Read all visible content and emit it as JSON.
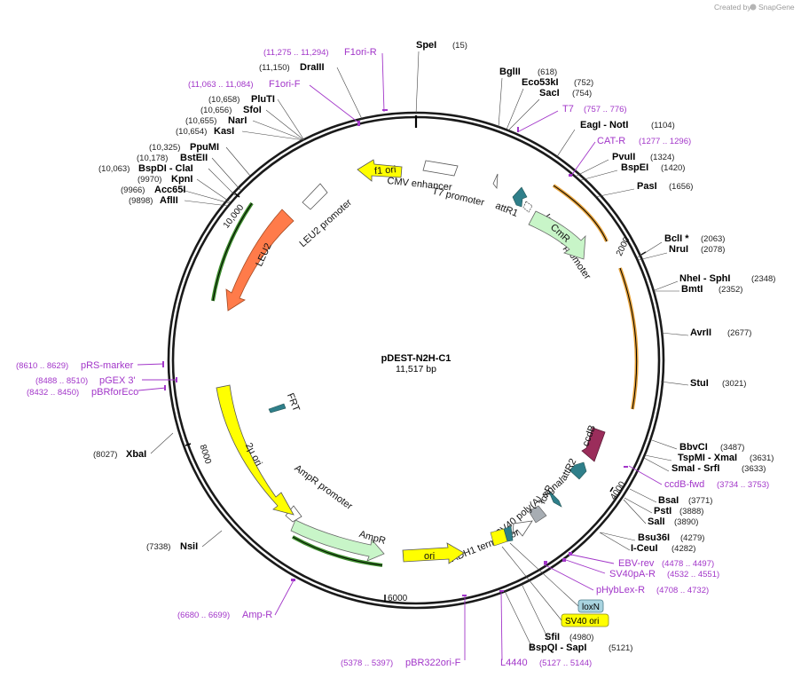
{
  "credit": {
    "created_by": "Created by",
    "brand": "SnapGene"
  },
  "plasmid": {
    "name": "pDEST-N2H-C1",
    "length_label": "11,517 bp"
  },
  "ticks": [
    "2000",
    "4000",
    "6000",
    "8000",
    "10,000"
  ],
  "sites": [
    {
      "id": "spei",
      "name": "SpeI",
      "pos": "(15)"
    },
    {
      "id": "bglii",
      "name": "BglII",
      "pos": "(618)"
    },
    {
      "id": "eco53ki",
      "name": "Eco53kI",
      "pos": "(752)"
    },
    {
      "id": "saci",
      "name": "SacI",
      "pos": "(754)"
    },
    {
      "id": "eagi-noti",
      "name": "EagI - NotI",
      "pos": "(1104)"
    },
    {
      "id": "pvuii",
      "name": "PvuII",
      "pos": "(1324)"
    },
    {
      "id": "bspei",
      "name": "BspEI",
      "pos": "(1420)"
    },
    {
      "id": "pasi",
      "name": "PasI",
      "pos": "(1656)"
    },
    {
      "id": "bcli",
      "name": "BclI *",
      "pos": "(2063)"
    },
    {
      "id": "nrui",
      "name": "NruI",
      "pos": "(2078)"
    },
    {
      "id": "nhei-sphi",
      "name": "NheI - SphI",
      "pos": "(2348)"
    },
    {
      "id": "bmti",
      "name": "BmtI",
      "pos": "(2352)"
    },
    {
      "id": "avrii",
      "name": "AvrII",
      "pos": "(2677)"
    },
    {
      "id": "stui",
      "name": "StuI",
      "pos": "(3021)"
    },
    {
      "id": "bbvci",
      "name": "BbvCI",
      "pos": "(3487)"
    },
    {
      "id": "tspmi-xmai",
      "name": "TspMI - XmaI",
      "pos": "(3631)"
    },
    {
      "id": "smai-srfi",
      "name": "SmaI - SrfI",
      "pos": "(3633)"
    },
    {
      "id": "bsai",
      "name": "BsaI",
      "pos": "(3771)"
    },
    {
      "id": "psti",
      "name": "PstI",
      "pos": "(3888)"
    },
    {
      "id": "sali",
      "name": "SalI",
      "pos": "(3890)"
    },
    {
      "id": "bsu36i",
      "name": "Bsu36I",
      "pos": "(4279)"
    },
    {
      "id": "iceui",
      "name": "I-CeuI",
      "pos": "(4282)"
    },
    {
      "id": "sfii",
      "name": "SfiI",
      "pos": "(4980)"
    },
    {
      "id": "bspqi-sapi",
      "name": "BspQI - SapI",
      "pos": "(5121)"
    },
    {
      "id": "nsii",
      "name": "NsiI",
      "pos": "(7338)"
    },
    {
      "id": "xbai",
      "name": "XbaI",
      "pos": "(8027)"
    },
    {
      "id": "aflii",
      "name": "AflII",
      "pos": "(9898)"
    },
    {
      "id": "acc65i",
      "name": "Acc65I",
      "pos": "(9966)"
    },
    {
      "id": "kpni",
      "name": "KpnI",
      "pos": "(9970)"
    },
    {
      "id": "bspdi-clai",
      "name": "BspDI - ClaI",
      "pos": "(10,063)"
    },
    {
      "id": "bsteii",
      "name": "BstEII",
      "pos": "(10,178)"
    },
    {
      "id": "ppumi",
      "name": "PpuMI",
      "pos": "(10,325)"
    },
    {
      "id": "kasi",
      "name": "KasI",
      "pos": "(10,654)"
    },
    {
      "id": "nari",
      "name": "NarI",
      "pos": "(10,655)"
    },
    {
      "id": "sfoi",
      "name": "SfoI",
      "pos": "(10,656)"
    },
    {
      "id": "pluti",
      "name": "PluTI",
      "pos": "(10,658)"
    },
    {
      "id": "draiii",
      "name": "DraIII",
      "pos": "(11,150)"
    }
  ],
  "primers": [
    {
      "id": "f1ori-r",
      "name": "F1ori-R",
      "pos": "(11,275 .. 11,294)"
    },
    {
      "id": "f1ori-f",
      "name": "F1ori-F",
      "pos": "(11,063 .. 11,084)"
    },
    {
      "id": "t7",
      "name": "T7",
      "pos": "(757 .. 776)"
    },
    {
      "id": "cat-r",
      "name": "CAT-R",
      "pos": "(1277 .. 1296)"
    },
    {
      "id": "ccdb-fwd",
      "name": "ccdB-fwd",
      "pos": "(3734 .. 3753)"
    },
    {
      "id": "ebv-rev",
      "name": "EBV-rev",
      "pos": "(4478 .. 4497)"
    },
    {
      "id": "sv40pa-r",
      "name": "SV40pA-R",
      "pos": "(4532 .. 4551)"
    },
    {
      "id": "phyblex-r",
      "name": "pHybLex-R",
      "pos": "(4708 .. 4732)"
    },
    {
      "id": "l4440",
      "name": "L4440",
      "pos": "(5127 .. 5144)"
    },
    {
      "id": "pbr322ori-f",
      "name": "pBR322ori-F",
      "pos": "(5378 .. 5397)"
    },
    {
      "id": "amp-r",
      "name": "Amp-R",
      "pos": "(6680 .. 6699)"
    },
    {
      "id": "prs-marker",
      "name": "pRS-marker",
      "pos": "(8610 .. 8629)"
    },
    {
      "id": "pgex3",
      "name": "pGEX 3'",
      "pos": "(8488 .. 8510)"
    },
    {
      "id": "pbrforeco",
      "name": "pBRforEco",
      "pos": "(8432 .. 8450)"
    }
  ],
  "features": {
    "f1_ori": "f1 ori",
    "cmv_enhancer": "CMV enhancer",
    "t7_promoter": "T7 promoter",
    "attr1": "attR1",
    "cmr": "CmR",
    "lac_uv5": "lac UV5 promoter",
    "ccdb": "ccdB",
    "attr2": "attR2",
    "loxp": "loxP",
    "sv40_polya": "SV40 poly(A) signal",
    "adh1_term": "ADH1 terminator",
    "ori": "ori",
    "ampr": "AmpR",
    "ampr_promoter": "AmpR promoter",
    "two_mu_ori": "2μ ori",
    "frt": "FRT",
    "leu2": "LEU2",
    "leu2_promoter": "LEU2 promoter",
    "loxn": "loxN",
    "sv40_ori": "SV40 ori"
  },
  "colors": {
    "backbone": "#1a1a1a",
    "primer": "#a236c9",
    "yellow": "#ffff00",
    "leu2": "#ff7b4a",
    "cmr": "#c8f5c8",
    "ccdb": "#9b2d5b",
    "teal": "#2f7f8a",
    "orange_orf": "#e6a23a",
    "green_orf": "#3a8a2a",
    "loxn": "#a9d4e0",
    "gray": "#a7adb3"
  }
}
